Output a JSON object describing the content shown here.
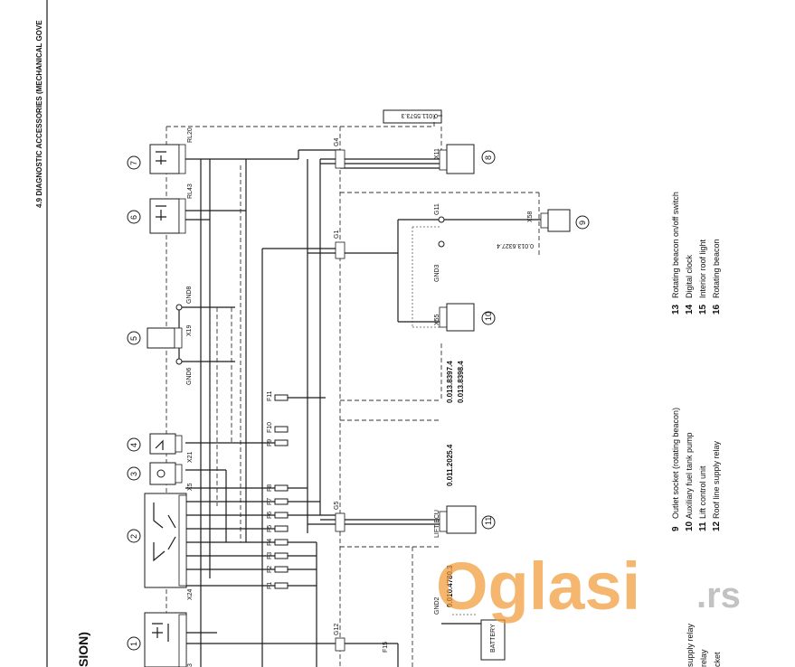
{
  "header": {
    "section_title": "4.9 DIAGNOSTIC ACCESSORIES (MECHANICAL GOVE",
    "page_fragment": "SION)"
  },
  "references": {
    "ref_top": "0.011.5573.3",
    "ref_9": "0.013.6327.4",
    "ref_mid_a": "0.013.8397.4",
    "ref_mid_b": "0.013.8398.4",
    "ref_lift": "0.011.2025.4",
    "ref_bottom": "0.010.4780.3"
  },
  "connectors": {
    "x11": "X11",
    "x58": "X58",
    "x55": "X55",
    "x19": "X19",
    "x21": "X21",
    "x5": "X5",
    "x24": "X24",
    "g4": "G4",
    "g11": "G11",
    "g1": "G1",
    "g5": "G5",
    "g12": "G12",
    "gnd3": "GND3",
    "gnd8": "GND8",
    "gnd6": "GND6",
    "gnd2": "GND2",
    "rl20": "RL20",
    "rl43": "RL43",
    "lift_ecu": "LIFT ECU",
    "battery": "BATTERY",
    "f15": "F15",
    "x3": "3"
  },
  "fuses": [
    "F1",
    "F2",
    "F3",
    "F4",
    "F5",
    "F6",
    "F7",
    "F8",
    "F9",
    "F10",
    "F11"
  ],
  "callouts": [
    "1",
    "2",
    "3",
    "4",
    "5",
    "6",
    "7",
    "8",
    "9",
    "10",
    "11"
  ],
  "legend_left": [
    {
      "num": "9",
      "text": "Outlet socket (rotating beacon)"
    },
    {
      "num": "10",
      "text": "Auxiliary fuel tank pump"
    },
    {
      "num": "11",
      "text": "Lift control unit"
    },
    {
      "num": "12",
      "text": "Roof line supply relay"
    }
  ],
  "legend_right": [
    {
      "num": "13",
      "text": "Rotating beacon on/off switch"
    },
    {
      "num": "14",
      "text": "Digital clock"
    },
    {
      "num": "15",
      "text": "Interior roof light"
    },
    {
      "num": "16",
      "text": "Rotating beacon"
    }
  ],
  "legend_cut": [
    {
      "text": "supply relay"
    },
    {
      "text": "relay"
    },
    {
      "text": "cket"
    }
  ],
  "watermark": {
    "main": "Oglasi",
    "suffix": ".rs"
  },
  "colors": {
    "ink": "#111111",
    "watermark_orange": "#f29a3a",
    "watermark_grey": "#b8b8b8"
  }
}
